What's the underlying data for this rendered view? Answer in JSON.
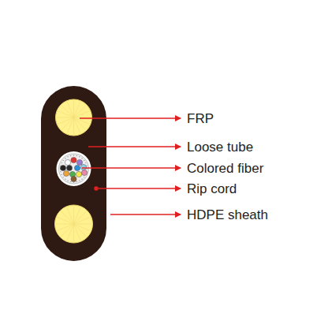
{
  "diagram": {
    "labels": [
      "FRP",
      "Loose tube",
      "Colored fiber",
      "Rip cord",
      "HDPE sheath"
    ]
  }
}
